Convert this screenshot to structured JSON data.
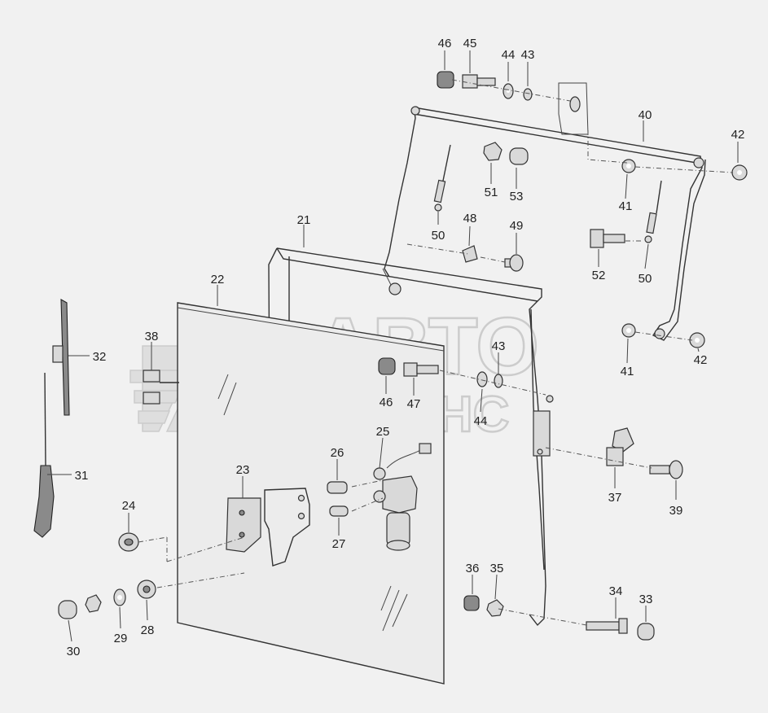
{
  "watermark": {
    "line1": "АВТО",
    "line2": "АЛЬЯНС"
  },
  "callouts": [
    {
      "id": "c46a",
      "text": "46"
    },
    {
      "id": "c45",
      "text": "45"
    },
    {
      "id": "c44a",
      "text": "44"
    },
    {
      "id": "c43a",
      "text": "43"
    },
    {
      "id": "c40",
      "text": "40"
    },
    {
      "id": "c42a",
      "text": "42"
    },
    {
      "id": "c51",
      "text": "51"
    },
    {
      "id": "c53",
      "text": "53"
    },
    {
      "id": "c41a",
      "text": "41"
    },
    {
      "id": "c48",
      "text": "48"
    },
    {
      "id": "c49",
      "text": "49"
    },
    {
      "id": "c50a",
      "text": "50"
    },
    {
      "id": "c52",
      "text": "52"
    },
    {
      "id": "c50b",
      "text": "50"
    },
    {
      "id": "c21",
      "text": "21"
    },
    {
      "id": "c22",
      "text": "22"
    },
    {
      "id": "c41b",
      "text": "41"
    },
    {
      "id": "c42b",
      "text": "42"
    },
    {
      "id": "c38",
      "text": "38"
    },
    {
      "id": "c32",
      "text": "32"
    },
    {
      "id": "c43b",
      "text": "43"
    },
    {
      "id": "c46b",
      "text": "46"
    },
    {
      "id": "c47",
      "text": "47"
    },
    {
      "id": "c44b",
      "text": "44"
    },
    {
      "id": "c25",
      "text": "25"
    },
    {
      "id": "c26",
      "text": "26"
    },
    {
      "id": "c23",
      "text": "23"
    },
    {
      "id": "c37",
      "text": "37"
    },
    {
      "id": "c39",
      "text": "39"
    },
    {
      "id": "c31",
      "text": "31"
    },
    {
      "id": "c24",
      "text": "24"
    },
    {
      "id": "c27",
      "text": "27"
    },
    {
      "id": "c36",
      "text": "36"
    },
    {
      "id": "c35",
      "text": "35"
    },
    {
      "id": "c34",
      "text": "34"
    },
    {
      "id": "c33",
      "text": "33"
    },
    {
      "id": "c30",
      "text": "30"
    },
    {
      "id": "c29",
      "text": "29"
    },
    {
      "id": "c28",
      "text": "28"
    }
  ]
}
